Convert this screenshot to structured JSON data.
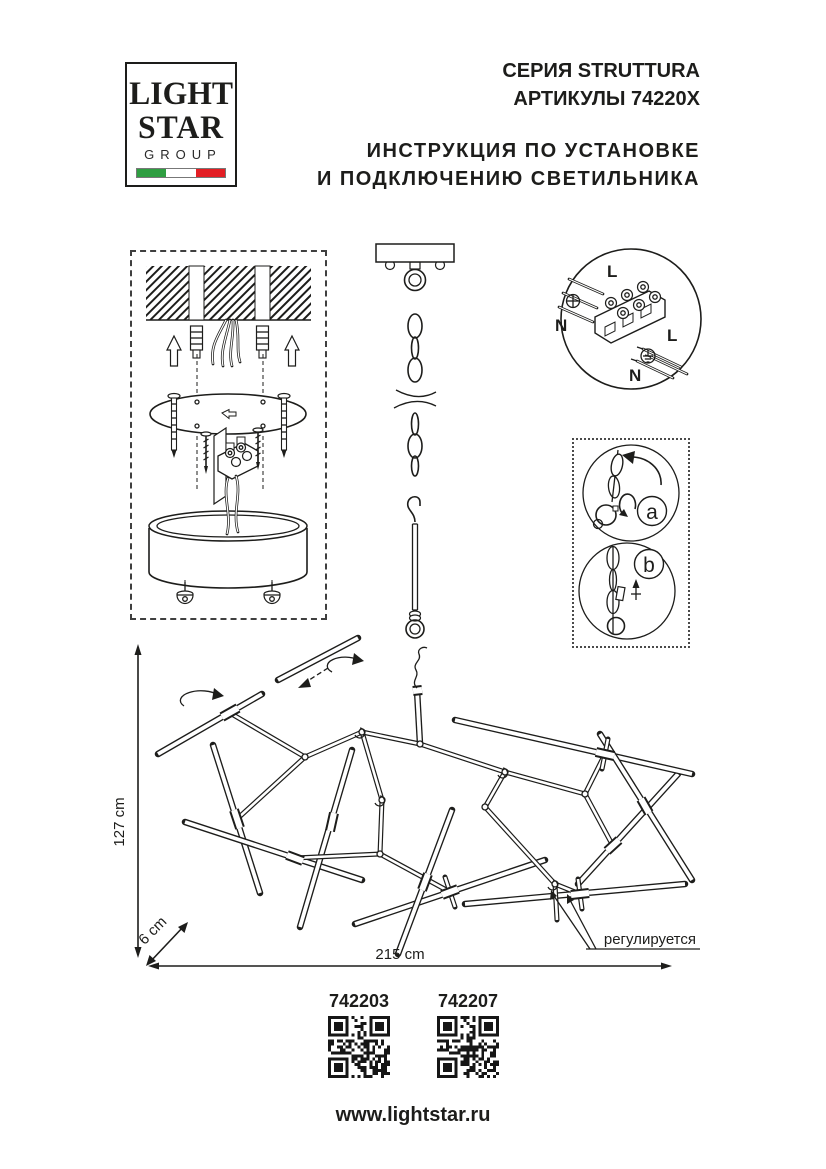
{
  "logo": {
    "line1": "LIGHT",
    "line2": "STAR",
    "line3": "GROUP",
    "flag_colors": {
      "green": "#2f9e41",
      "white": "#ffffff",
      "red": "#e31e24"
    }
  },
  "header": {
    "series_line": "СЕРИЯ STRUTTURA",
    "article_line": "АРТИКУЛЫ 74220X",
    "instruction_line1": "ИНСТРУКЦИЯ ПО УСТАНОВКЕ",
    "instruction_line2": "И ПОДКЛЮЧЕНИЮ СВЕТИЛЬНИКА"
  },
  "wiring_diagram": {
    "live_label": "L",
    "neutral_label": "N",
    "ground_icon": "earth-symbol"
  },
  "callouts": {
    "a": "a",
    "b": "b"
  },
  "dimensions": {
    "height": "127 cm",
    "depth": "6 cm",
    "width": "215 cm"
  },
  "annotations": {
    "adjustable": "регулируется"
  },
  "products": [
    {
      "code": "742203"
    },
    {
      "code": "742207"
    }
  ],
  "footer": {
    "url": "www.lightstar.ru"
  },
  "ink_color": "#1d1d1b"
}
